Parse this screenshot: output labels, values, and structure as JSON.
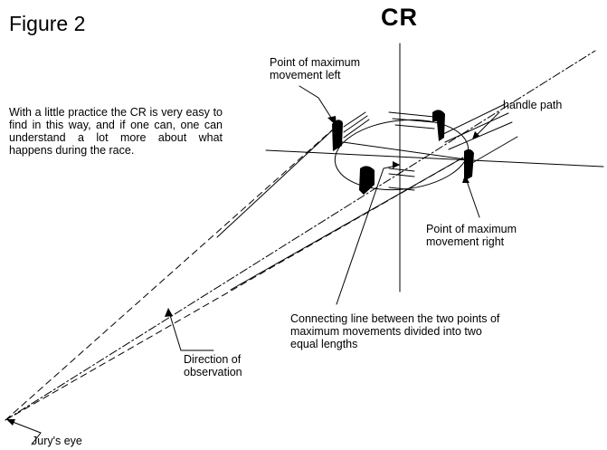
{
  "figure_title": "Figure 2",
  "cr_label": "CR",
  "intro_text": "With a little practice the CR is very easy to find in this way, and if one can, one can understand a lot more about what happens during the race.",
  "labels": {
    "max_left": "Point of maximum\nmovement left",
    "handle_path": "handle path",
    "max_right": "Point of maximum\nmovement right",
    "connecting_line": "Connecting line between the two points of\nmaximum movements divided into two\nequal lengths",
    "direction": "Direction of\nobservation",
    "jury_eye": "Jury's eye"
  },
  "colors": {
    "ink": "#000000",
    "background": "#ffffff"
  }
}
